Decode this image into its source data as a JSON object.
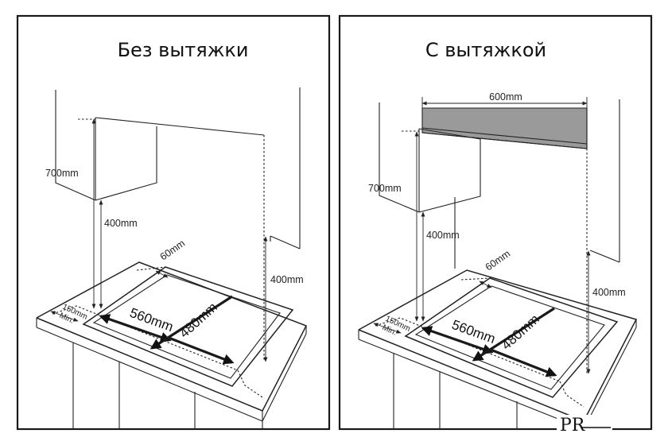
{
  "panels": [
    {
      "title": "Без вытяжки",
      "dims": {
        "d700": "700mm",
        "d400_cab": "400mm",
        "d60": "60mm",
        "d400_side": "400mm",
        "d150": "150mm",
        "dmin": "Min.",
        "d560": "560mm",
        "d480": "480mm"
      }
    },
    {
      "title": "С вытяжкой",
      "dims": {
        "d600": "600mm",
        "d700": "700mm",
        "d400_cab": "400mm",
        "d60": "60mm",
        "d400_side": "400mm",
        "d150": "150mm",
        "dmin": "Min.",
        "d560": "560mm",
        "d480": "480mm"
      }
    }
  ],
  "logo": {
    "mark": "PR"
  }
}
